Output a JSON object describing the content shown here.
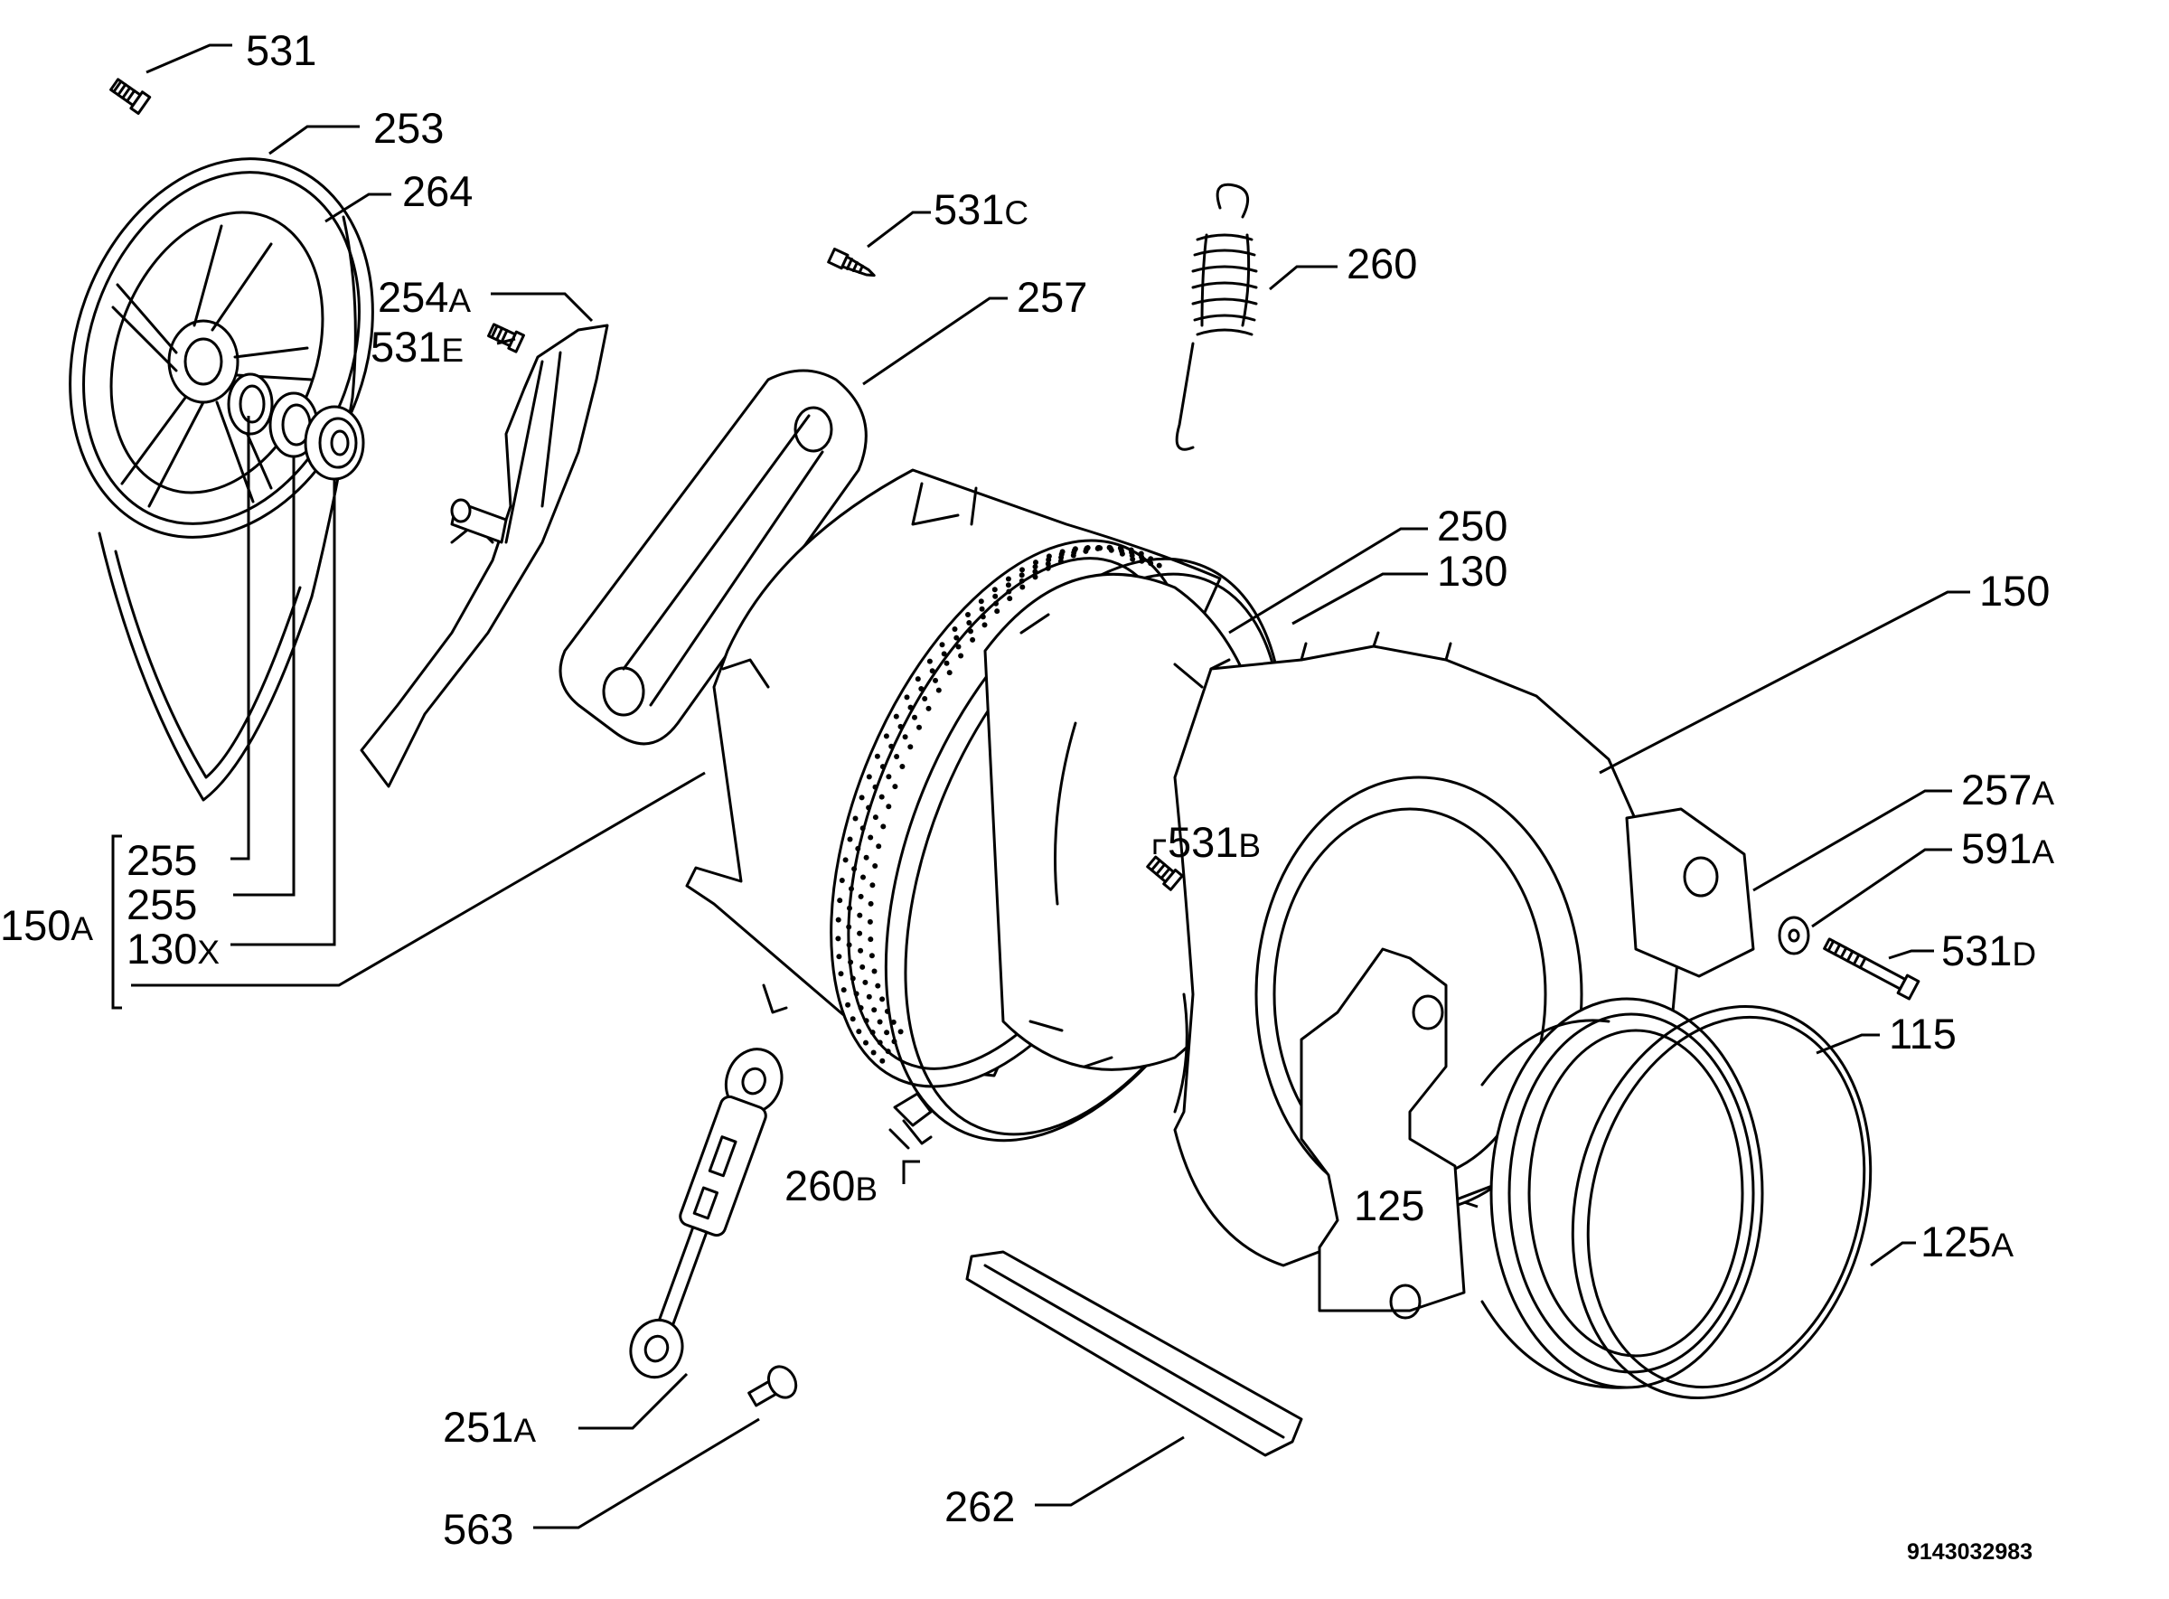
{
  "labels": {
    "l531": {
      "num": "531",
      "suffix": ""
    },
    "l253": {
      "num": "253",
      "suffix": ""
    },
    "l264": {
      "num": "264",
      "suffix": ""
    },
    "l254a": {
      "num": "254",
      "suffix": "A"
    },
    "l531e": {
      "num": "531",
      "suffix": "E"
    },
    "l531c": {
      "num": "531",
      "suffix": "C"
    },
    "l257": {
      "num": "257",
      "suffix": ""
    },
    "l260": {
      "num": "260",
      "suffix": ""
    },
    "l250": {
      "num": "250",
      "suffix": ""
    },
    "l130": {
      "num": "130",
      "suffix": ""
    },
    "l150": {
      "num": "150",
      "suffix": ""
    },
    "l257a": {
      "num": "257",
      "suffix": "A"
    },
    "l591a": {
      "num": "591",
      "suffix": "A"
    },
    "l531d": {
      "num": "531",
      "suffix": "D"
    },
    "l115": {
      "num": "115",
      "suffix": ""
    },
    "l125": {
      "num": "125",
      "suffix": ""
    },
    "l125a": {
      "num": "125",
      "suffix": "A"
    },
    "l531b": {
      "num": "531",
      "suffix": "B"
    },
    "l260b": {
      "num": "260",
      "suffix": "B"
    },
    "l251a": {
      "num": "251",
      "suffix": "A"
    },
    "l563": {
      "num": "563",
      "suffix": ""
    },
    "l262": {
      "num": "262",
      "suffix": ""
    },
    "l150a": {
      "num": "150",
      "suffix": "A"
    },
    "l255a": {
      "num": "255",
      "suffix": ""
    },
    "l255b": {
      "num": "255",
      "suffix": ""
    },
    "l130x": {
      "num": "130",
      "suffix": "X"
    }
  },
  "drawing_code": "9143032983"
}
